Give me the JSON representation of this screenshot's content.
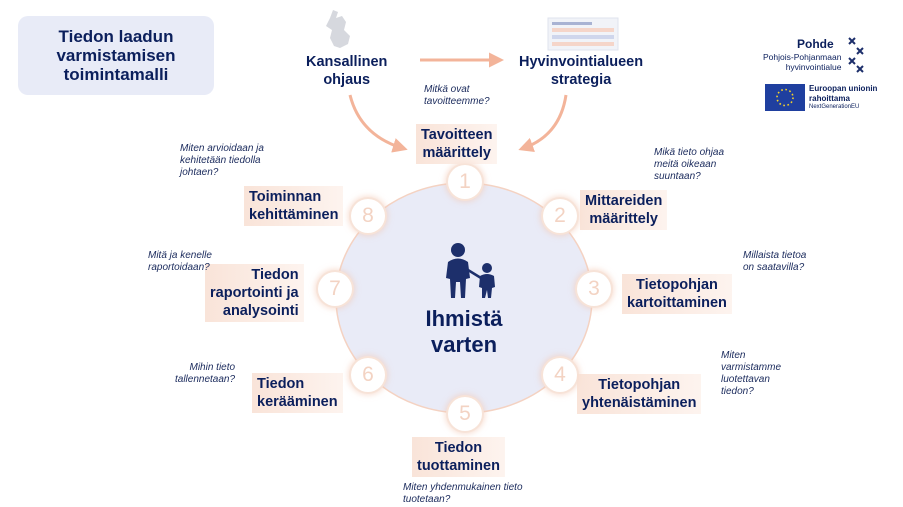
{
  "title": "Tiedon laadun\nvarmistamisen\ntoimintamalli",
  "top": {
    "national": "Kansallinen\nohjaus",
    "regional": "Hyvinvointialueen\nstrategia",
    "top_question": "Mitkä ovat\ntavoitteemme?"
  },
  "center": {
    "label": "Ihmistä\nvarten",
    "icon": "parent-child-icon"
  },
  "steps": [
    {
      "number": "1",
      "label": "Tavoitteen\nmäärittely"
    },
    {
      "number": "2",
      "label": "Mittareiden\nmäärittely",
      "question": "Mikä tieto ohjaa\nmeitä oikeaan\nsuuntaan?"
    },
    {
      "number": "3",
      "label": "Tietopohjan\nkartoittaminen",
      "question": "Millaista tietoa\non saatavilla?"
    },
    {
      "number": "4",
      "label": "Tietopohjan\nyhtenäistäminen",
      "question": "Miten\nvarmistamme\nluotettavan\ntiedon?"
    },
    {
      "number": "5",
      "label": "Tiedon\ntuottaminen",
      "question": "Miten yhdenmukainen tieto\ntuotetaan?"
    },
    {
      "number": "6",
      "label": "Tiedon\nkerääminen",
      "question": "Mihin tieto\ntallennetaan?"
    },
    {
      "number": "7",
      "label": "Tiedon\nraportointi ja\nanalysointi",
      "question": "Mitä ja kenelle\nraportoidaan?"
    },
    {
      "number": "8",
      "label": "Toiminnan\nkehittäminen",
      "question": "Miten arvioidaan ja\nkehitetään tiedolla\njohtaen?"
    }
  ],
  "logos": {
    "pohde_name": "Pohde",
    "pohde_sub": "Pohjois-Pohjanmaan\nhyvinvointialue",
    "eu_line": "Euroopan unionin\nrahoittama",
    "eu_sub": "NextGenerationEU"
  },
  "colors": {
    "navy": "#0b1f5c",
    "accent": "#f3b49a",
    "circle_fill": "#e9ebf7",
    "circle_stroke": "#f4d2c2"
  }
}
